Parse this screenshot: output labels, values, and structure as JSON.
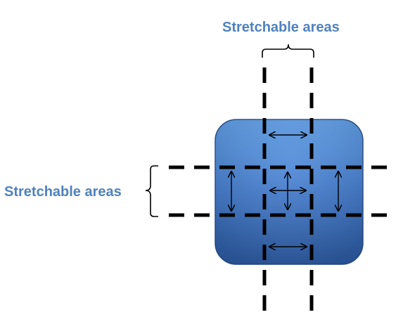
{
  "labels": {
    "top": "Stretchable areas",
    "left": "Stretchable areas"
  },
  "colors": {
    "label": "#4f81bd",
    "box_top": "#5a9be8",
    "box_bottom": "#2f5fae",
    "box_edge": "#2a4f8c",
    "dash": "#000000"
  },
  "icons": {
    "horizontal_arrow": "double-arrow-horizontal",
    "vertical_arrow": "double-arrow-vertical",
    "center_arrow": "four-way-arrow"
  }
}
